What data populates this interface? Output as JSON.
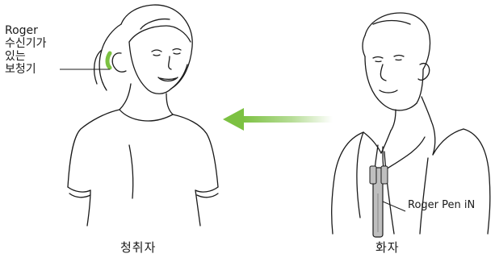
{
  "labels": {
    "receiver_lines": [
      "Roger",
      "수신기가",
      "있는",
      "보청기"
    ],
    "pen_label": "Roger Pen iN",
    "listener": "청취자",
    "speaker": "화자"
  },
  "colors": {
    "signal_green": "#7cc142",
    "line": "#1a1a1a",
    "pen_gray": "#bfbfbf"
  },
  "icons": {
    "listener": "woman-listener-illustration",
    "speaker": "man-speaker-illustration",
    "signal": "arrow-left-gradient"
  }
}
